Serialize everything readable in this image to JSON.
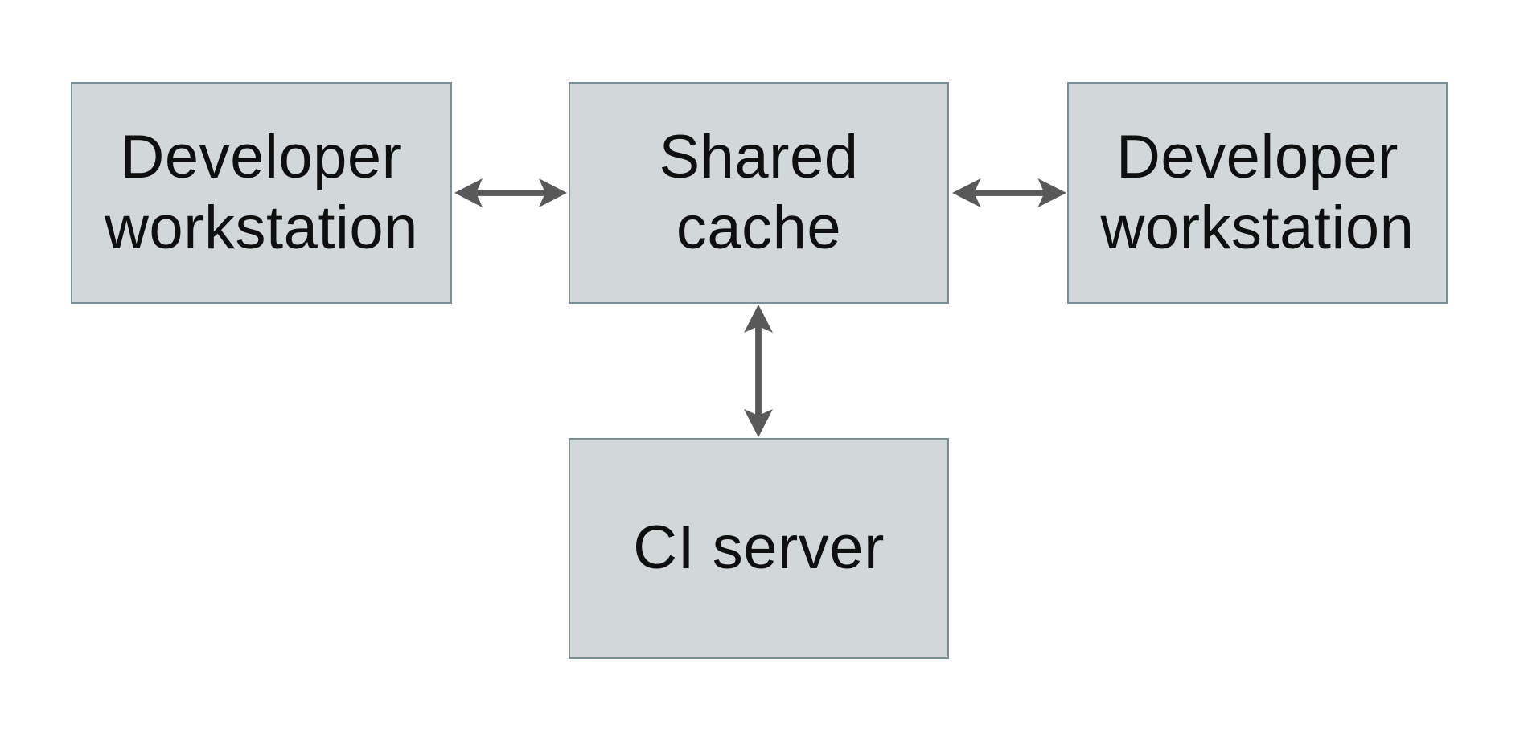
{
  "diagram": {
    "nodes": [
      {
        "id": "dev-left",
        "label": "Developer workstation"
      },
      {
        "id": "shared-cache",
        "label": "Shared cache"
      },
      {
        "id": "dev-right",
        "label": "Developer workstation"
      },
      {
        "id": "ci-server",
        "label": "CI server"
      }
    ],
    "edges": [
      {
        "from": "dev-left",
        "to": "shared-cache",
        "direction": "bidirectional"
      },
      {
        "from": "shared-cache",
        "to": "dev-right",
        "direction": "bidirectional"
      },
      {
        "from": "shared-cache",
        "to": "ci-server",
        "direction": "bidirectional"
      }
    ],
    "colors": {
      "node_fill": "#d2d8da",
      "node_border": "#7b8f99",
      "arrow": "#595959",
      "text": "#0f0f0f",
      "background": "#ffffff"
    }
  }
}
